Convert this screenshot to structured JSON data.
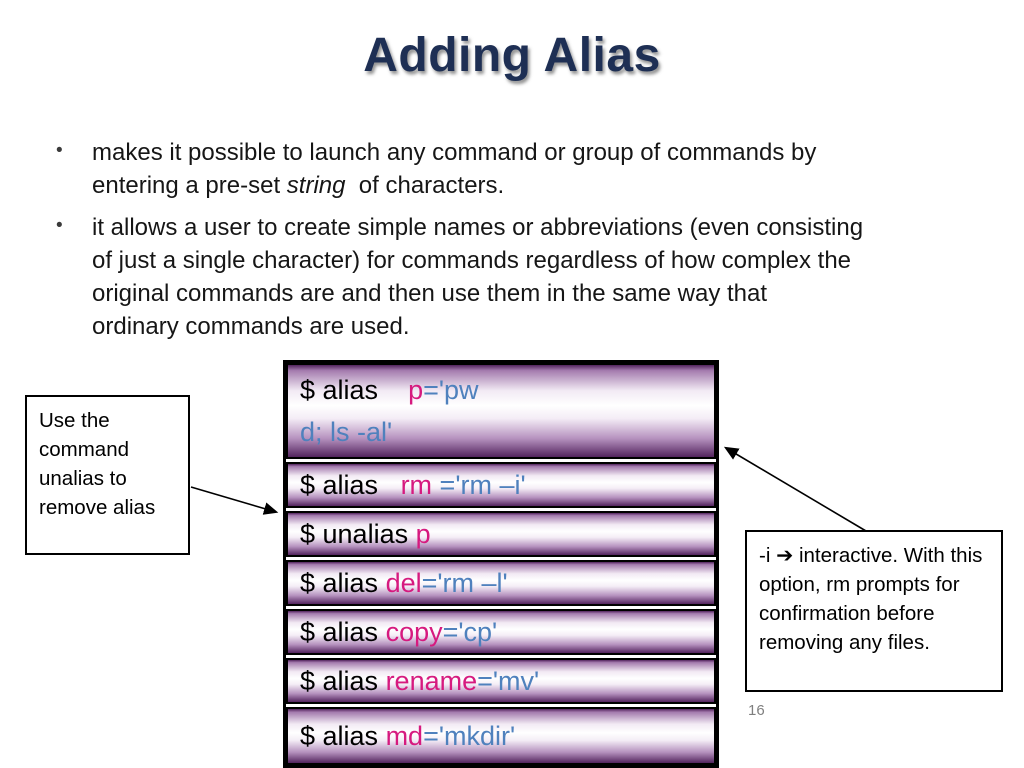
{
  "title": "Adding Alias",
  "page_number": "16",
  "bullets": {
    "b1": {
      "pre": "makes it possible to launch any command or group of commands by\nentering a pre-set ",
      "italic": "string",
      "post": "  of characters."
    },
    "b2": {
      "pre": "it allows a user to create simple names or abbreviations (even consisting\nof just a single character) for commands regardless of how complex the\noriginal commands are and then use them in the same way that\nordinary commands are used.",
      "italic": "",
      "post": ""
    }
  },
  "commands": [
    {
      "black": "$ alias    ",
      "pink": "p",
      "blue": "='pw",
      "line2": "d; ls -al'"
    },
    {
      "black": "$ alias   ",
      "pink": "rm ",
      "blue": "='rm –i'"
    },
    {
      "black": "$ unalias ",
      "pink": "p",
      "blue": ""
    },
    {
      "black": "$ alias ",
      "pink": "del",
      "blue": "='rm –l'"
    },
    {
      "black": "$ alias ",
      "pink": "copy",
      "blue": "='cp'"
    },
    {
      "black": "$ alias ",
      "pink": "rename",
      "blue": "='mv'"
    },
    {
      "black": "$ alias ",
      "pink": "md",
      "blue": "='mkdir'"
    }
  ],
  "callouts": {
    "left": "Use the command unalias to remove alias",
    "right": "-i ➔ interactive. With this option, rm prompts for confirmation before removing any files."
  },
  "colors": {
    "title_navy": "#1e2f54",
    "command_pink": "#d61a7f",
    "command_blue": "#4f81bd",
    "box_purple": "#53245e"
  }
}
